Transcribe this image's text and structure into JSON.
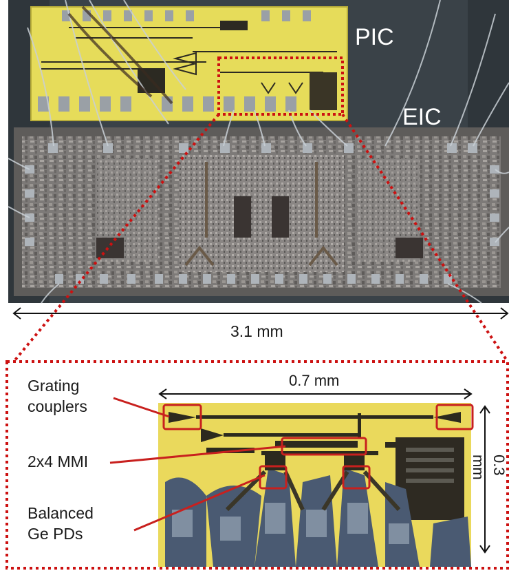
{
  "labels": {
    "pic": "PIC",
    "eic": "EIC",
    "width_full": "3.1 mm",
    "width_zoom": "0.7 mm",
    "height_zoom": "0.3 mm",
    "grating": "Grating\ncouplers",
    "mmi": "2x4 MMI",
    "pds": "Balanced\nGe PDs"
  },
  "colors": {
    "background": "#ffffff",
    "photo_bg": "#3a4248",
    "pic_gold": "#e6dc5a",
    "eic_die": "#7d7a78",
    "marker_red": "#c8201e",
    "zoom_dots": "#cc1111",
    "text": "#1a1a1a"
  }
}
